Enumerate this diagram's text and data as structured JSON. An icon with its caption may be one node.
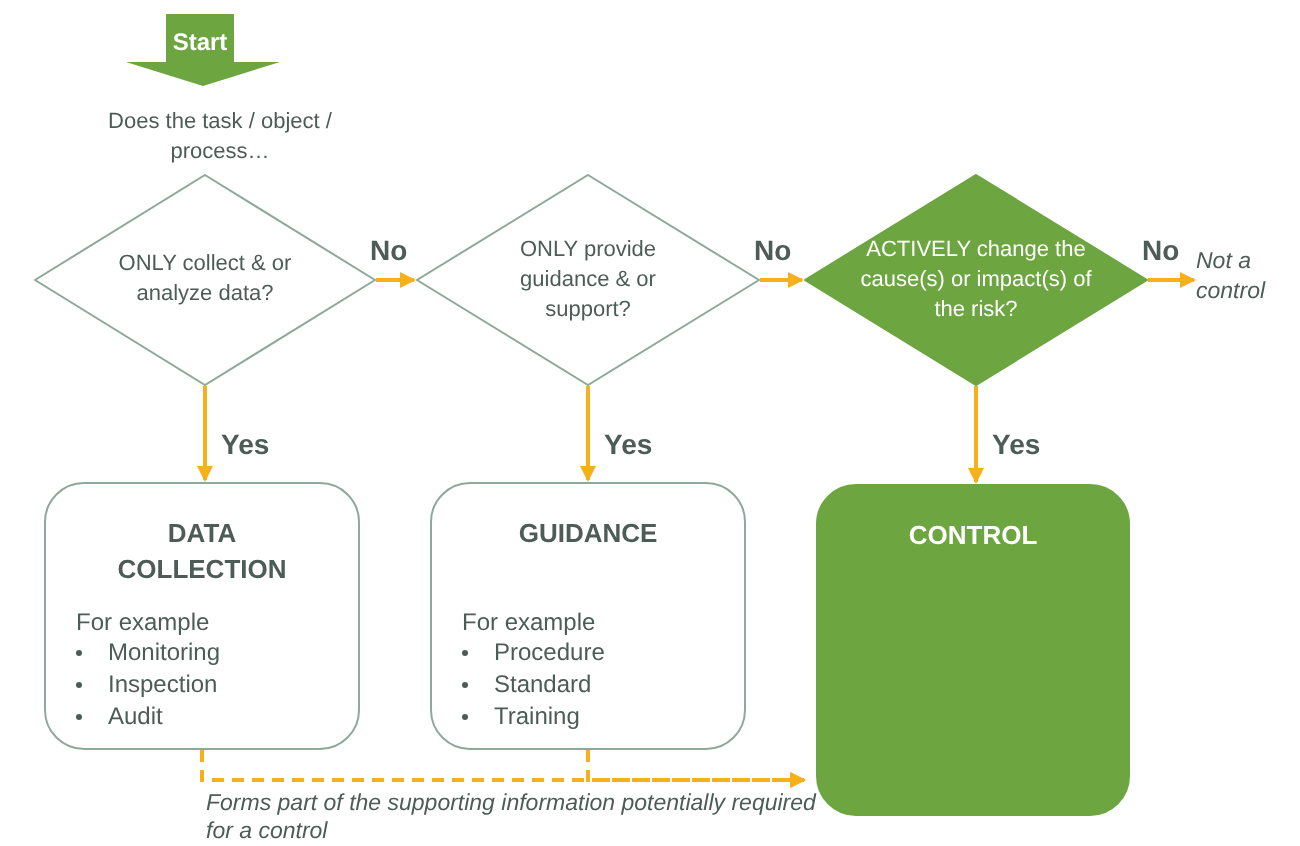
{
  "diagram": {
    "nodes": [
      {
        "text": [
          "Start"
        ]
      },
      {
        "text": [
          "ONLY collect & or analyze data?"
        ]
      },
      {
        "text": [
          "ONLY provide guidance & or support?"
        ]
      },
      {
        "text": [
          "ACTIVELY change the cause(s) or impact(s) of the risk?"
        ]
      },
      {
        "text": [
          "Not a control"
        ]
      },
      {
        "text": [
          "DATA COLLECTION",
          "For example",
          "Monitoring",
          "Inspection",
          "Audit"
        ]
      },
      {
        "text": [
          "GUIDANCE",
          "For example",
          "Procedure",
          "Standard",
          "Training"
        ]
      },
      {
        "text": [
          "CONTROL"
        ]
      }
    ],
    "edges": [
      {
        "from": 1,
        "to": 2,
        "arrow": "to",
        "label": "No"
      },
      {
        "from": 2,
        "to": 3,
        "arrow": "to",
        "label": "No"
      },
      {
        "from": 3,
        "to": 4,
        "arrow": "to",
        "label": "No"
      },
      {
        "from": 1,
        "to": 5,
        "arrow": "to",
        "label": "Yes"
      },
      {
        "from": 2,
        "to": 6,
        "arrow": "to",
        "label": "Yes"
      },
      {
        "from": 3,
        "to": 7,
        "arrow": "to",
        "label": "Yes"
      },
      {
        "from": 5,
        "to": 7,
        "arrow": "to",
        "style": "dashed",
        "label": "Forms part of the supporting information potentially required for a control"
      },
      {
        "from": 6,
        "to": 7,
        "arrow": "to",
        "style": "dashed"
      }
    ],
    "labels": [
      "Does the task / object / process…"
    ]
  }
}
